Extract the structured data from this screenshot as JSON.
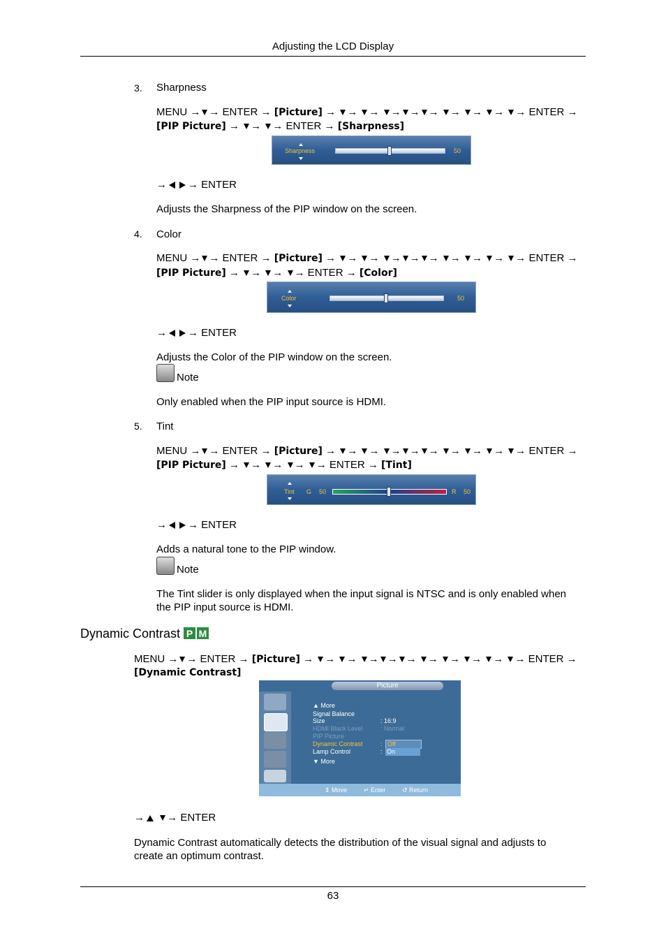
{
  "header": {
    "title": "Adjusting the LCD Display"
  },
  "footer": {
    "page": "63"
  },
  "nav_common": {
    "menu": "MENU →",
    "enter_arrow": "→ ENTER →",
    "enter": "ENTER →",
    "picture": "[Picture]",
    "pip_picture": "[PIP Picture]",
    "adjust": "→ ENTER"
  },
  "sharpness": {
    "num": "3.",
    "heading": "Sharpness",
    "target": "[Sharpness]",
    "slider_label": "Sharpness",
    "slider_value": "50",
    "slider_level": 0.5,
    "desc_pre": "Adjusts the",
    "desc_b1": "Sharpness",
    "desc_mid": "of the",
    "desc_b2": "PIP",
    "desc_post": "window on the screen."
  },
  "color": {
    "num": "4.",
    "heading": "Color",
    "target": "[Color]",
    "slider_label": "Color",
    "slider_value": "50",
    "slider_level": 0.5,
    "desc_pre": "Adjusts the",
    "desc_b1": "Color",
    "desc_mid": "of the",
    "desc_b2": "PIP",
    "desc_post": "window on the screen.",
    "note_label": "Note",
    "note_pre": "Only enabled when the",
    "note_b1": "PIP",
    "note_mid": "input source is",
    "note_b2": "HDMI",
    "note_post": "."
  },
  "tint": {
    "num": "5.",
    "heading": "Tint",
    "target": "[Tint]",
    "slider_label": "Tint",
    "g_label": "G",
    "g_value": "50",
    "r_label": "R",
    "r_value": "50",
    "slider_level": 0.5,
    "desc_pre": "Adds a natural tone to the",
    "desc_b1": "PIP",
    "desc_post": "window.",
    "note_label": "Note",
    "note_l1_pre": "The",
    "note_l1_b": "Tint",
    "note_l1_post": "slider is only displayed when the input signal is NTSC and is only enabled when",
    "note_l2_pre": "the",
    "note_l2_b1": "PIP",
    "note_l2_mid": "input source is",
    "note_l2_b2": "HDMI",
    "note_l2_post": "."
  },
  "dynamic": {
    "heading": "Dynamic Contrast",
    "target": "[Dynamic Contrast]",
    "desc_b": "Dynamic Contrast",
    "desc_l1": "automatically detects the distribution of the visual signal and adjusts to",
    "desc_l2": "create an optimum contrast.",
    "osd": {
      "title": "Picture",
      "more_up": "▲ More",
      "rows": [
        {
          "label": "Signal Balance",
          "value": ""
        },
        {
          "label": "Size",
          "value": ": 16:9"
        },
        {
          "label": "HDMI Black Level",
          "value": ": Normal"
        },
        {
          "label": "PIP Picture",
          "value": ""
        },
        {
          "label": "Dynamic Contrast",
          "value": ":"
        },
        {
          "label": "Lamp Control",
          "value": ":"
        }
      ],
      "options": [
        "Off",
        "On"
      ],
      "more_down": "▼ More",
      "footer": [
        "Move",
        "Enter",
        "Return"
      ]
    }
  },
  "colors": {
    "osd_bg": "#3d6b97",
    "accent": "#f3c23a",
    "sidebar": "#5d82a8",
    "footer_bar": "#8fbbdc"
  }
}
